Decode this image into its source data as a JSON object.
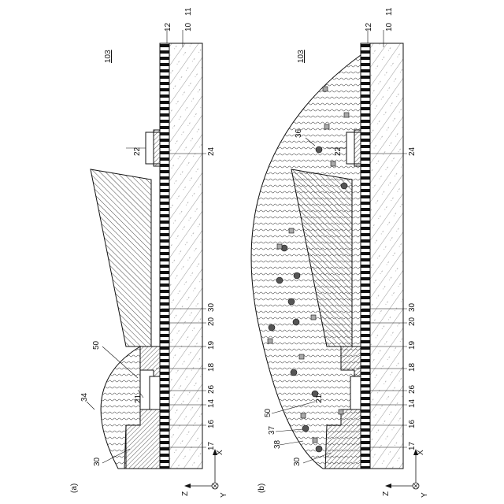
{
  "panels": [
    {
      "id": "a",
      "panel_label": "(a)",
      "figure_ref": "103",
      "labels": {
        "l10": "10",
        "l11": "11",
        "l12": "12",
        "l22": "22",
        "l24": "24",
        "l30a": "30",
        "l20": "20",
        "l19": "19",
        "l18": "18",
        "l26": "26",
        "l14": "14",
        "l16": "16",
        "l17": "17",
        "l50": "50",
        "l21": "21",
        "l34": "34",
        "l30b": "30"
      }
    },
    {
      "id": "b",
      "panel_label": "(b)",
      "figure_ref": "103",
      "labels": {
        "l10": "10",
        "l11": "11",
        "l12": "12",
        "l22": "22",
        "l24": "24",
        "l36": "36",
        "l30a": "30",
        "l20": "20",
        "l19": "19",
        "l18": "18",
        "l26": "26",
        "l14": "14",
        "l16": "16",
        "l17": "17",
        "l50": "50",
        "l21": "21",
        "l37": "37",
        "l38": "38",
        "l30b": "30"
      }
    }
  ],
  "axes": {
    "x": "X",
    "y": "Y",
    "z": "Z"
  }
}
